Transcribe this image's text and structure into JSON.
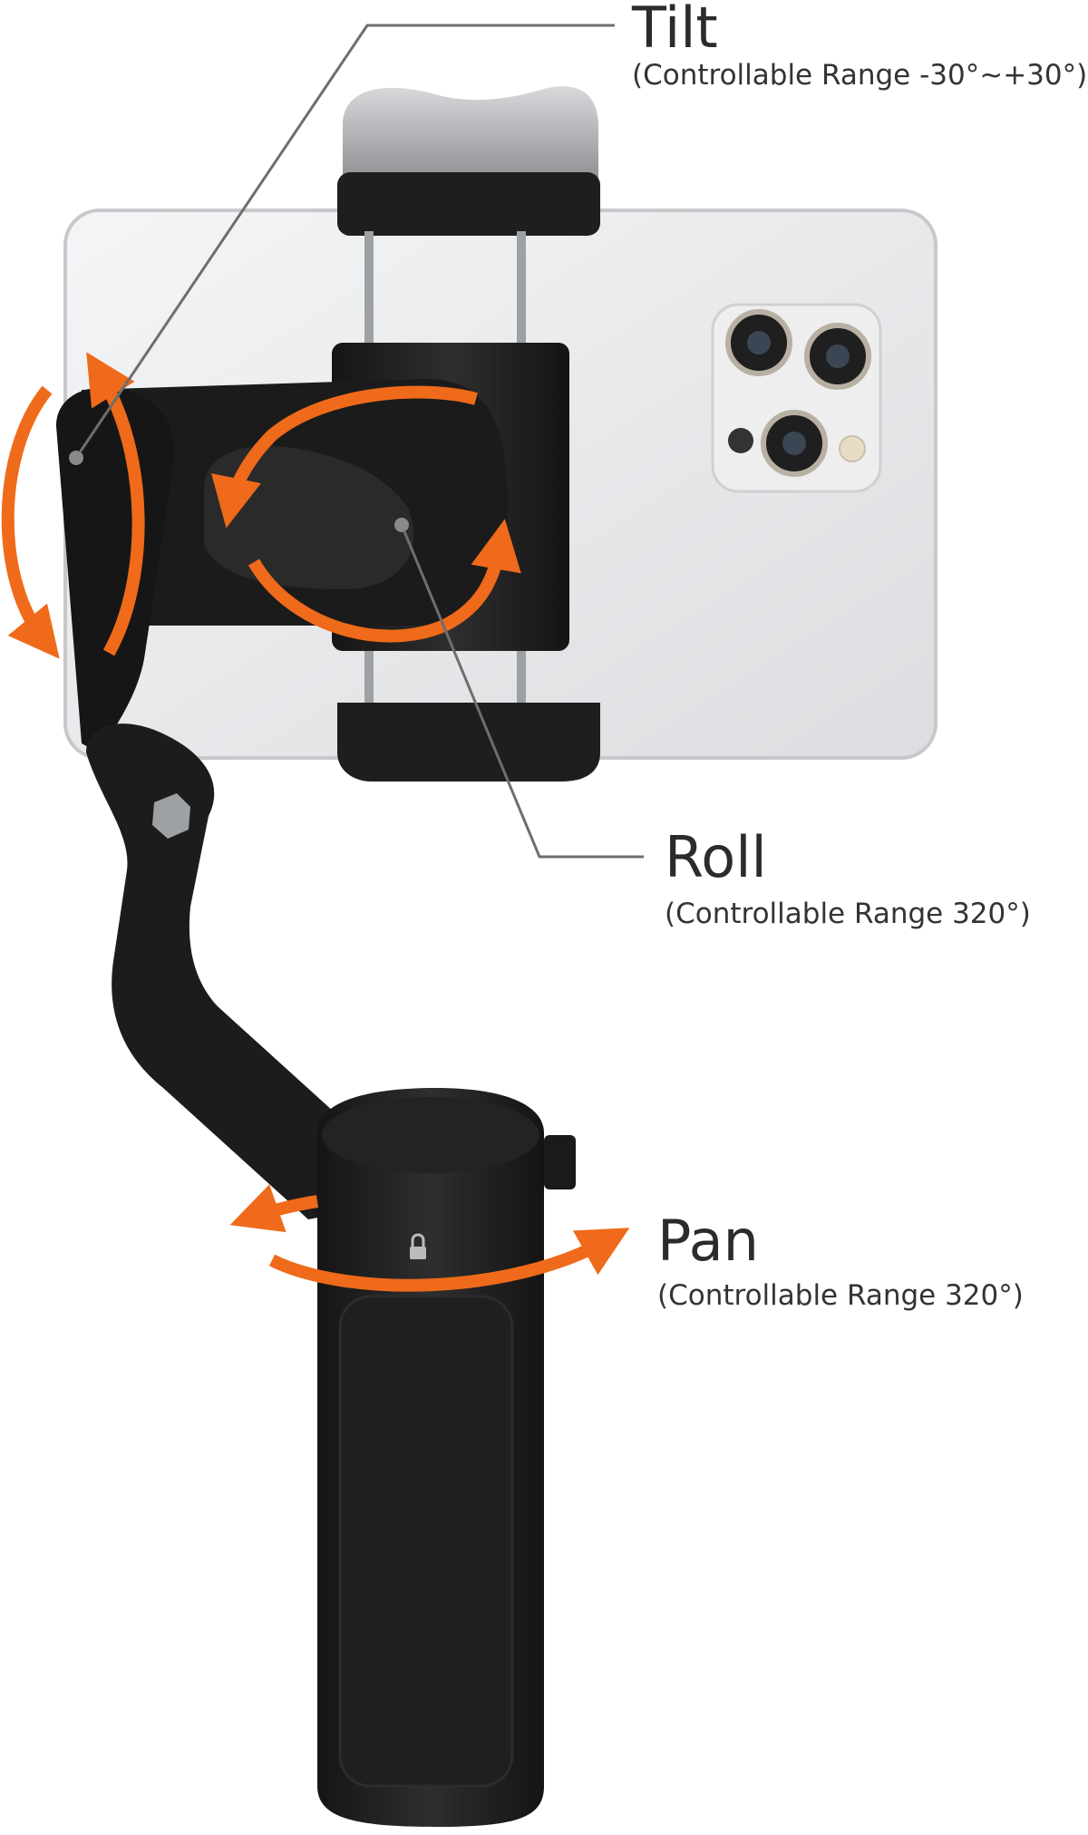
{
  "colors": {
    "accent_orange": "#ef6a1a",
    "device_black": "#222222",
    "phone_silver": "#e9eaeb",
    "clamp_metal": "#a7a9ab",
    "leader_line": "#6e6e6e",
    "text": "#2b2b2b"
  },
  "annotations": {
    "tilt": {
      "title": "Tilt",
      "range": "(Controllable Range -30°~+30°)"
    },
    "roll": {
      "title": "Roll",
      "range": "(Controllable Range  320°)"
    },
    "pan": {
      "title": "Pan",
      "range": "(Controllable Range  320°)"
    }
  }
}
